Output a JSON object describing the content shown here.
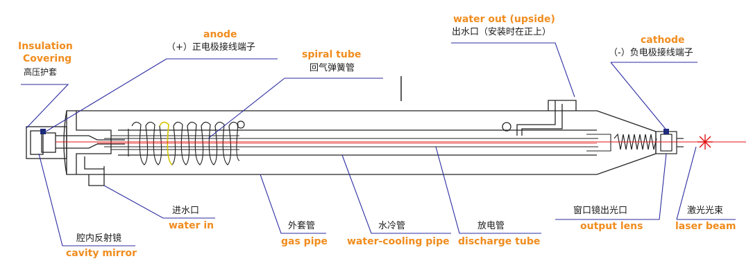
{
  "labels": {
    "insulation": {
      "en_line1": "Insulation",
      "en_line2": "Covering",
      "zh": "高压护套"
    },
    "anode": {
      "en": "anode",
      "zh": "（+）正电极接线端子"
    },
    "spiral_tube": {
      "en": "spiral tube",
      "zh": "回气弹簧管"
    },
    "water_out": {
      "en": "water out (upside)",
      "zh": "出水口（安装时在正上）"
    },
    "cathode": {
      "en": "cathode",
      "zh": "（-）负电极接线端子"
    },
    "water_in": {
      "zh": "进水口",
      "en": "water in"
    },
    "cavity_mirror": {
      "zh": "腔内反射镜",
      "en": "cavity mirror"
    },
    "gas_pipe": {
      "zh": "外套管",
      "en": "gas pipe"
    },
    "water_cooling_pipe": {
      "zh": "水冷管",
      "en": "water-cooling pipe"
    },
    "discharge_tube": {
      "zh": "放电管",
      "en": "discharge tube"
    },
    "output_lens": {
      "zh": "窗口镜出光口",
      "en": "output lens"
    },
    "laser_beam": {
      "zh": "激光光束",
      "en": "laser beam"
    }
  },
  "colors": {
    "english_label": "#f08c1e",
    "chinese_label": "#1a1a1a",
    "leader_line": "#2a2aa0",
    "outline": "#222222",
    "laser": "#e01010",
    "spring_highlight": "#d8c800"
  }
}
